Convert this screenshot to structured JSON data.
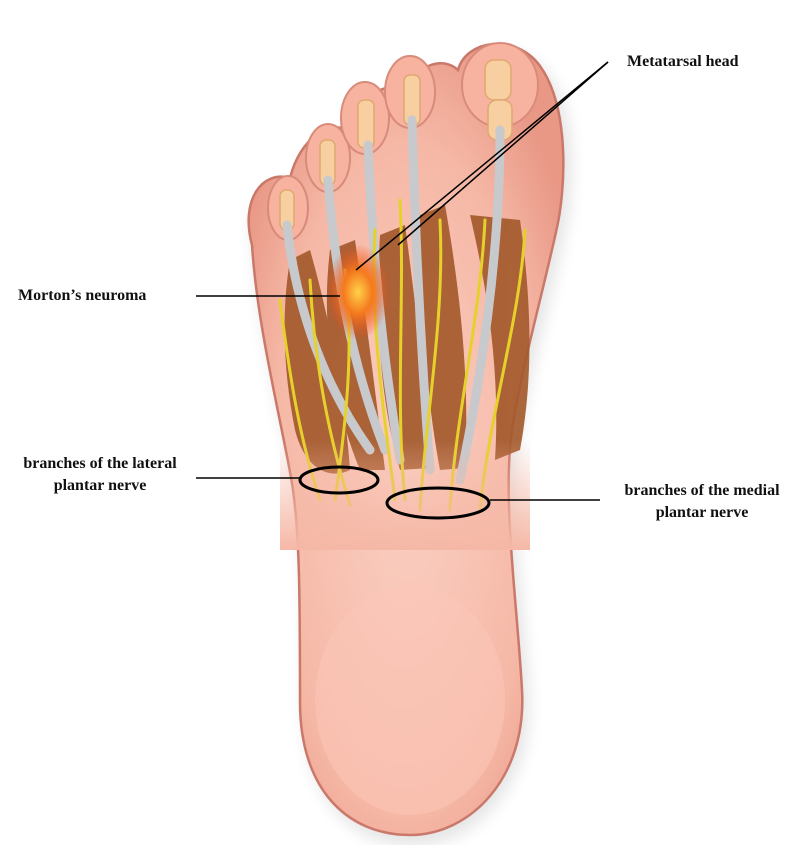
{
  "labels": {
    "metatarsal_head": "Metatarsal head",
    "mortons_neuroma": "Morton’s neuroma",
    "lateral_line1": "branches of the lateral",
    "lateral_line2": "plantar nerve",
    "medial_line1": "branches of the medial",
    "medial_line2": "plantar nerve"
  },
  "colors": {
    "skin": "#f6b8a6",
    "skin_outline": "#c9786a",
    "muscle": "#a45a2c",
    "tendon": "#c7c9cd",
    "nerve": "#e6d12b",
    "bone": "#f7cfa0",
    "neuroma": "#f04a1c",
    "pointer": "#000000"
  }
}
